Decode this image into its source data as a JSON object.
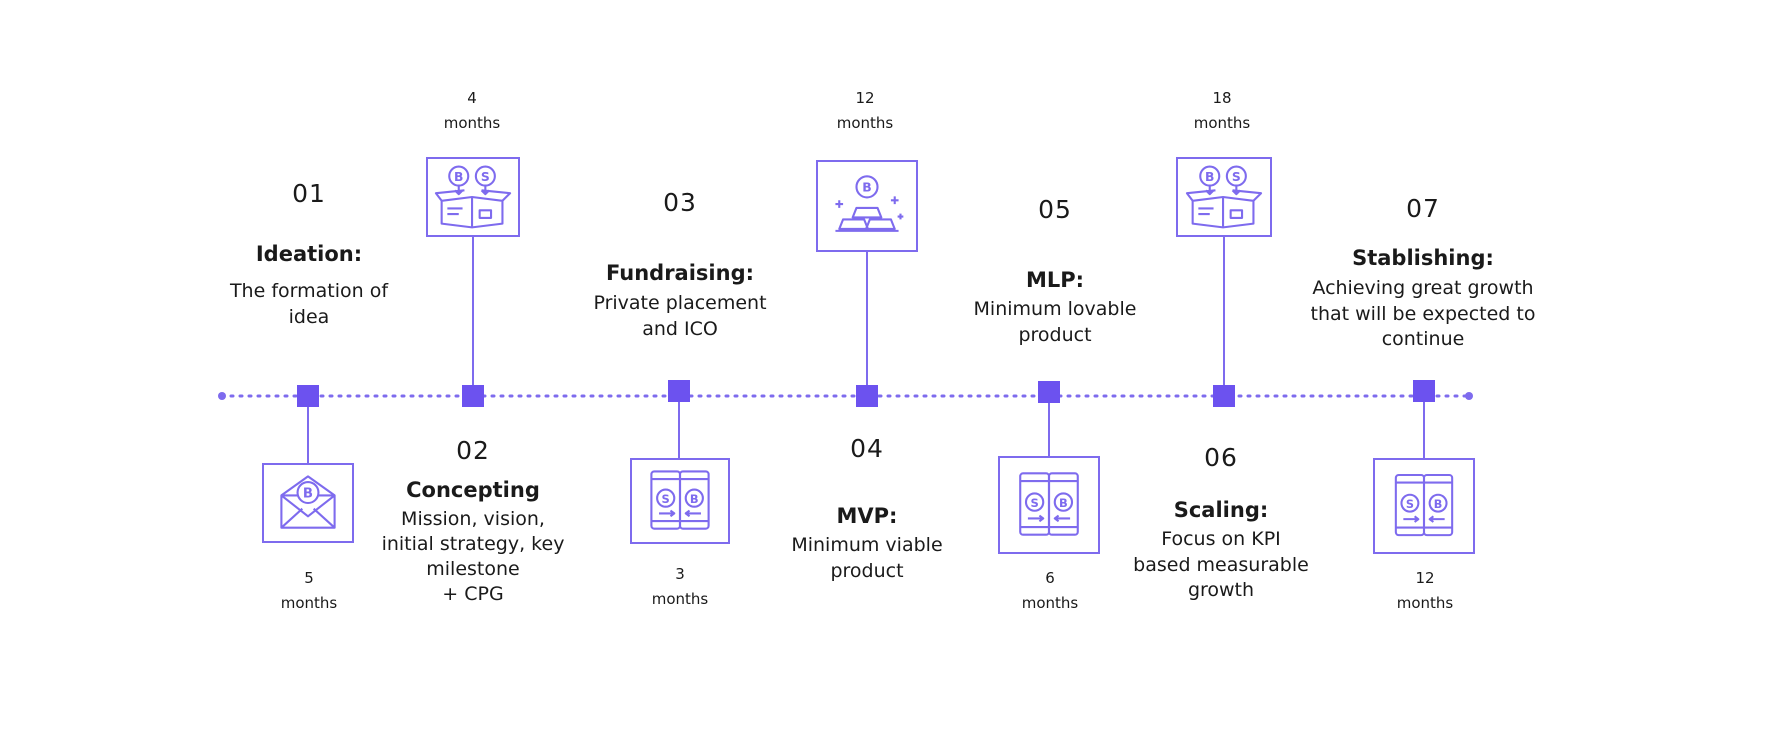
{
  "colors": {
    "accent": "#6c52ef",
    "line": "#7e6bee",
    "text": "#1a1a1a"
  },
  "stages": [
    {
      "number": "01",
      "title": "Ideation:",
      "desc": [
        "The formation of",
        "idea"
      ],
      "duration": [
        "5",
        "months"
      ],
      "icon": "bitcoin-envelope-icon",
      "position": "bottom"
    },
    {
      "number": "02",
      "title": "Concepting",
      "desc": [
        "Mission, vision,",
        "initial strategy, key",
        "milestone",
        "+ CPG"
      ],
      "duration": [
        "4",
        "months"
      ],
      "icon": "crypto-box-icon",
      "position": "top"
    },
    {
      "number": "03",
      "title": "Fundraising:",
      "desc": [
        "Private placement",
        "and ICO"
      ],
      "duration": [
        "3",
        "months"
      ],
      "icon": "crypto-exchange-phones-icon",
      "position": "bottom"
    },
    {
      "number": "04",
      "title": "MVP:",
      "desc": [
        "Minimum viable",
        "product"
      ],
      "duration": [
        "12",
        "months"
      ],
      "icon": "bitcoin-gold-bars-icon",
      "position": "top"
    },
    {
      "number": "05",
      "title": "MLP:",
      "desc": [
        "Minimum lovable",
        "product"
      ],
      "duration": [
        "6",
        "months"
      ],
      "icon": "crypto-exchange-phones-icon",
      "position": "bottom"
    },
    {
      "number": "06",
      "title": "Scaling:",
      "desc": [
        "Focus on KPI",
        "based measurable",
        "growth"
      ],
      "duration": [
        "18",
        "months"
      ],
      "icon": "crypto-box-icon",
      "position": "top"
    },
    {
      "number": "07",
      "title": "Stablishing:",
      "desc": [
        "Achieving great growth",
        "that will be expected to",
        "continue"
      ],
      "duration": [
        "12",
        "months"
      ],
      "icon": "crypto-exchange-phones-icon",
      "position": "bottom"
    }
  ]
}
